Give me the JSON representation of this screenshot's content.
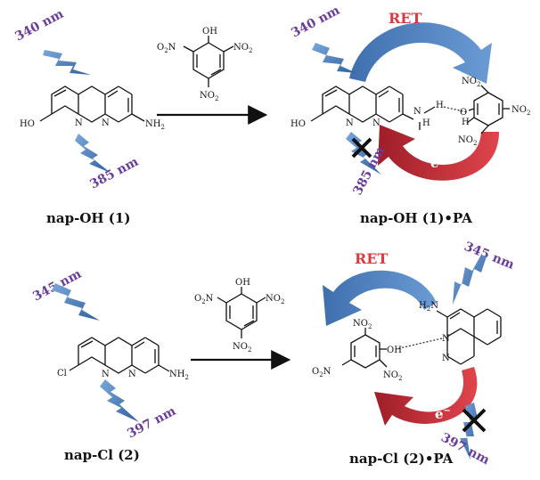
{
  "top_left": {
    "excitation": "340 nm",
    "emission": "385 nm",
    "caption": "nap-OH (1)",
    "atoms": {
      "ho": "HO",
      "n1": "N",
      "n2": "N",
      "nh2": "NH",
      "nh2_sub": "2"
    }
  },
  "reagent_top": {
    "oh": "OH",
    "no2_left": "NO",
    "no2_left_o": "O",
    "no2_left_sub": "2",
    "no2_right": "NO",
    "no2_right_sub": "2",
    "no2_bottom": "NO",
    "no2_bottom_sub": "2"
  },
  "top_right": {
    "excitation": "340 nm",
    "emission": "385 nm",
    "ret_label": "RET",
    "electron_label": "e",
    "electron_sup": "−",
    "caption": "nap-OH (1)•PA",
    "atoms": {
      "ho": "HO",
      "n1": "N",
      "n2": "N",
      "n3": "N",
      "h1": "H",
      "h2": "H",
      "o": "O",
      "h3": "H",
      "no2_top": "NO",
      "no2_top_sub": "2",
      "no2_right": "NO",
      "no2_right_sub": "2",
      "no2_bottom": "NO",
      "no2_bottom_sub": "2"
    }
  },
  "bottom_left": {
    "excitation": "345 nm",
    "emission": "397 nm",
    "caption": "nap-Cl (2)",
    "atoms": {
      "cl": "Cl",
      "n1": "N",
      "n2": "N",
      "nh2": "NH",
      "nh2_sub": "2"
    }
  },
  "reagent_bottom": {
    "oh": "OH",
    "no2_left": "O",
    "no2_left_n": "N",
    "no2_left_sub": "2",
    "no2_right": "NO",
    "no2_right_sub": "2",
    "no2_bottom": "NO",
    "no2_bottom_sub": "2"
  },
  "bottom_right": {
    "excitation": "345 nm",
    "emission": "397 nm",
    "ret_label": "RET",
    "electron_label": "e",
    "electron_sup": "−",
    "caption": "nap-Cl (2)•PA",
    "atoms": {
      "h2n": "H",
      "h2n_sub": "2",
      "h2n_n": "N",
      "n1": "N",
      "n2": "N",
      "oh": "OH",
      "no2_top": "NO",
      "no2_top_sub": "2",
      "no2_left": "O",
      "no2_left_n": "N",
      "no2_left_sub": "2",
      "no2_bottom": "NO",
      "no2_bottom_sub": "2"
    }
  },
  "colors": {
    "lightning": "#4a7fc1",
    "ret_arrow": "#4a7fc1",
    "electron_arrow": "#c8323a",
    "wavelength_text": "#6a3d9a",
    "ret_text": "#d9393f"
  }
}
